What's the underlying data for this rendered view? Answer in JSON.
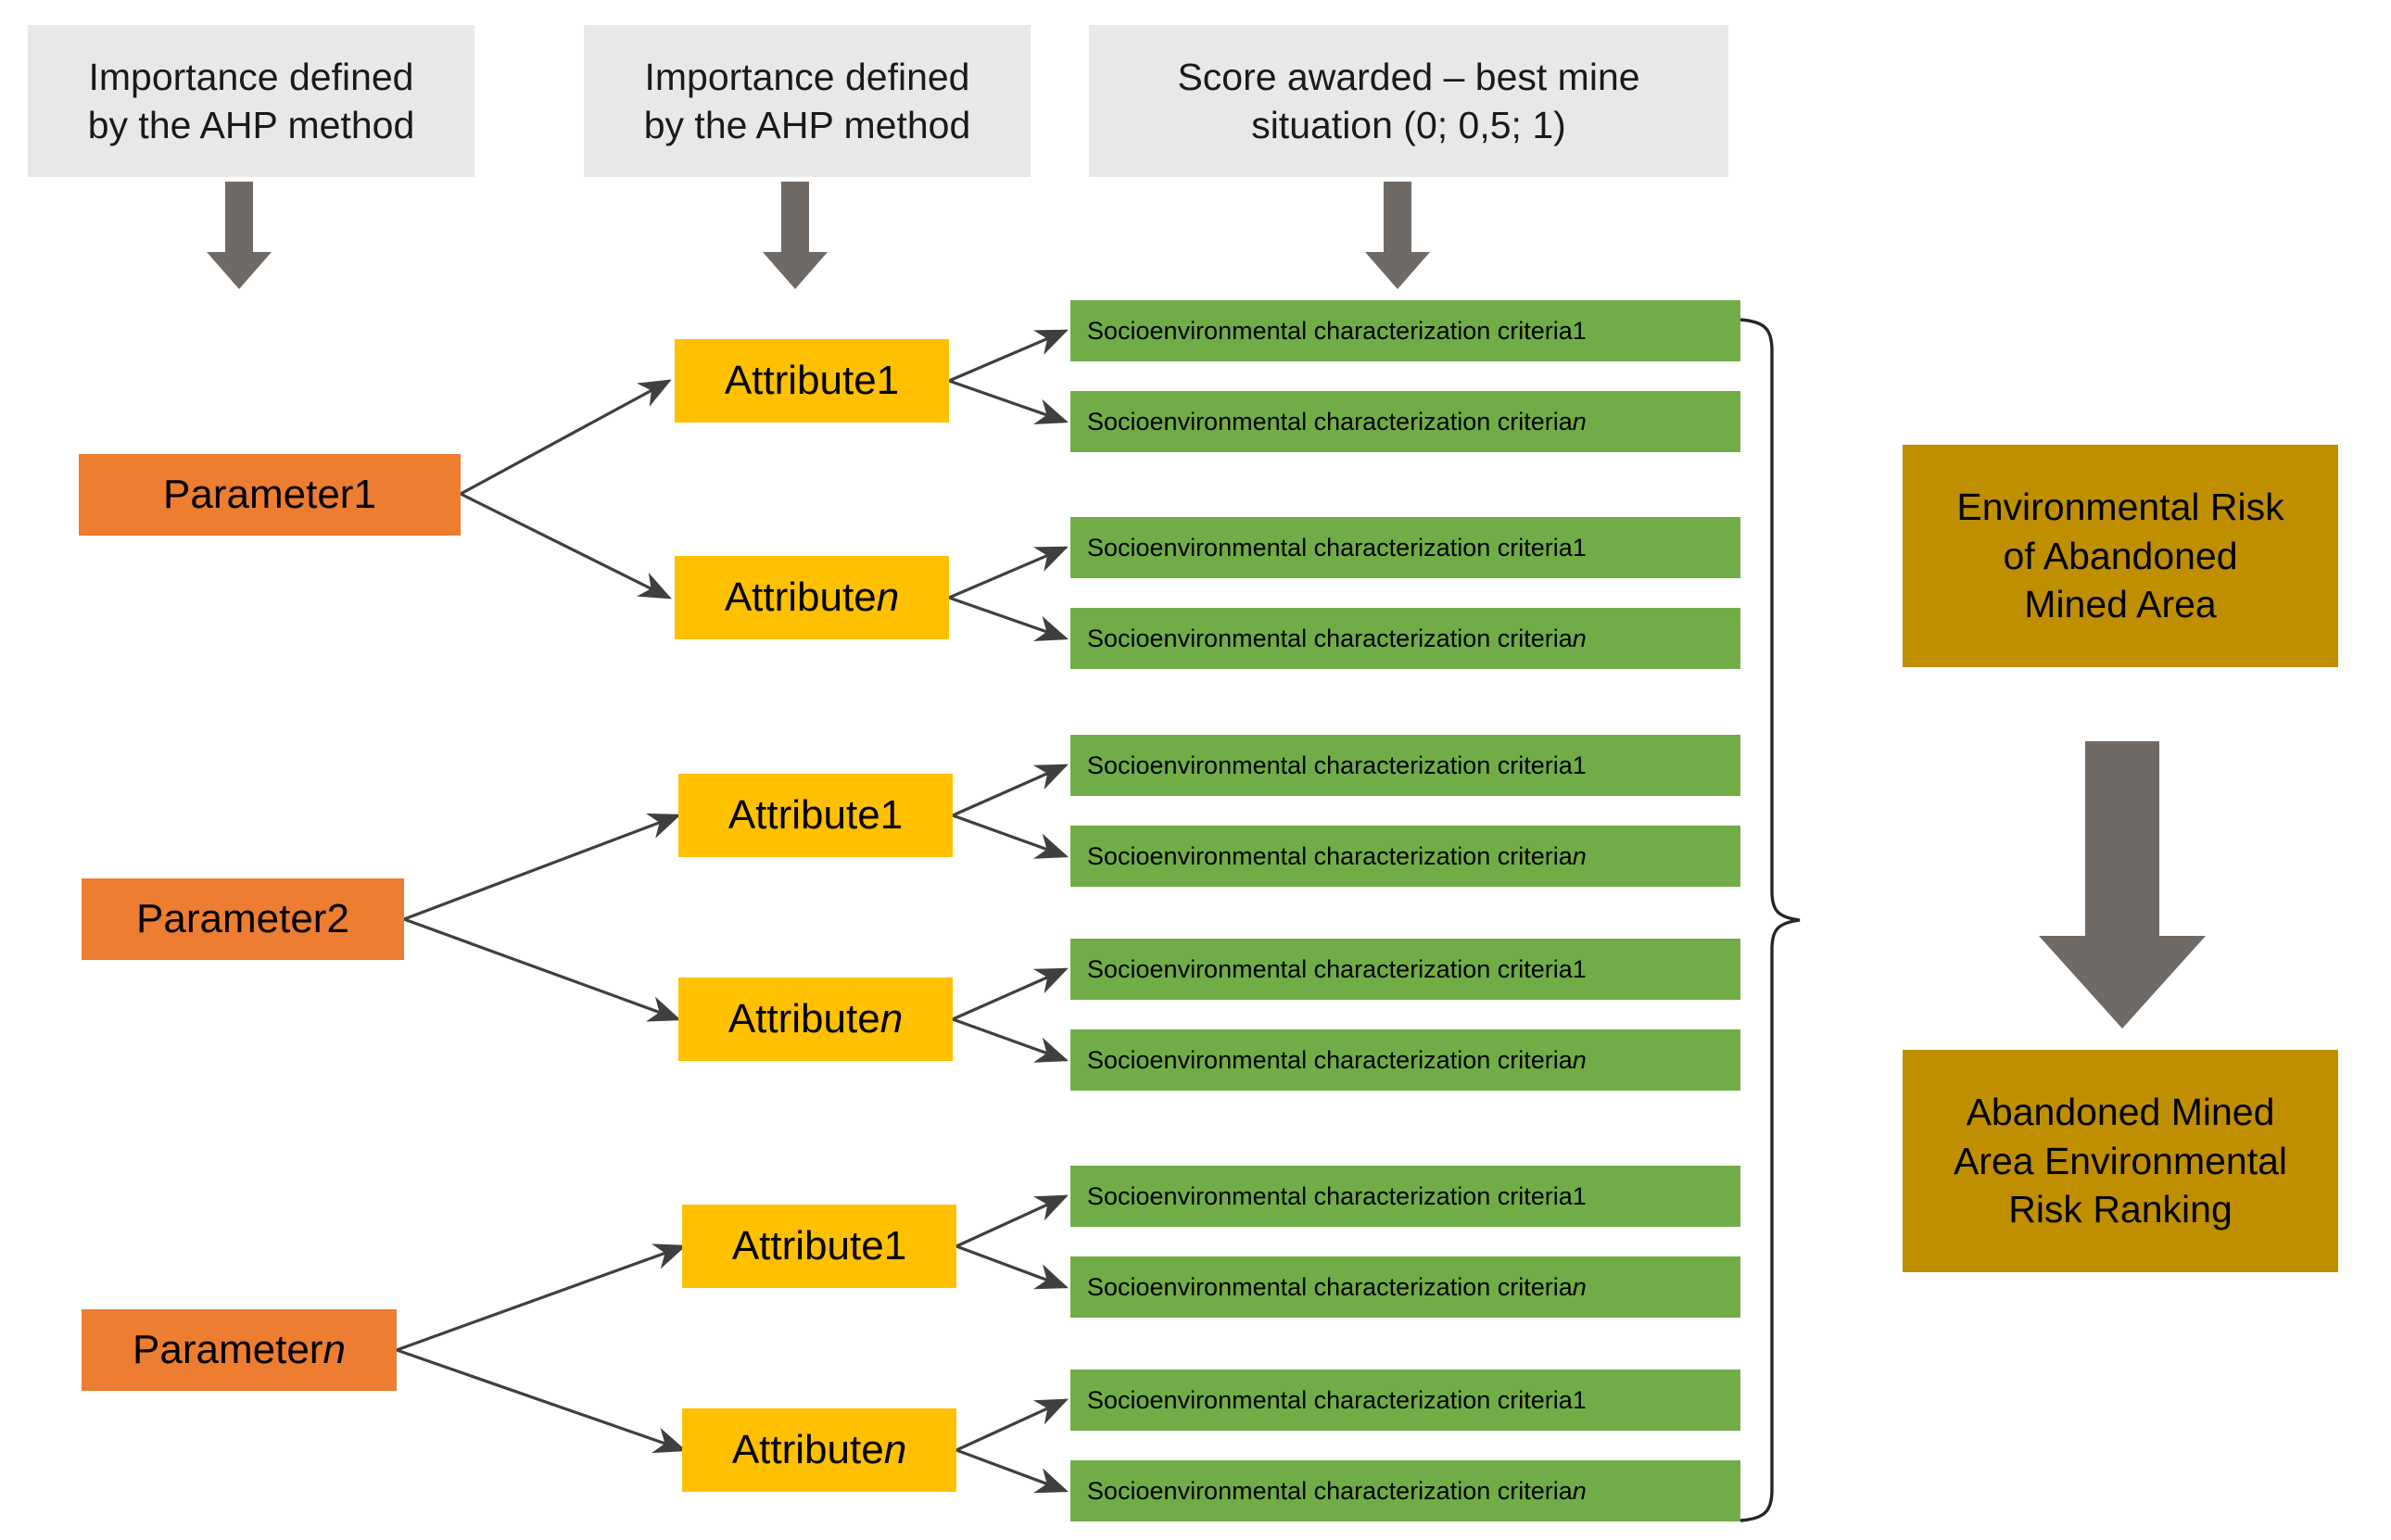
{
  "diagram": {
    "title": "Environmental Risk of Abandoned Mined Area hierarchy",
    "colors": {
      "legend_bg": "#e8e8e8",
      "parameter": "#ed7d31",
      "attribute": "#ffc000",
      "criteria": "#70ad47",
      "result": "#bf8f00",
      "arrow_gray": "#6f6a65",
      "connector": "#3f3f3f",
      "background": "#ffffff"
    }
  },
  "legends": [
    {
      "id": "legend-parameter-importance",
      "line1": "Importance defined",
      "line2": "by the AHP method"
    },
    {
      "id": "legend-attribute-importance",
      "line1": "Importance defined",
      "line2": "by the AHP method"
    },
    {
      "id": "legend-criteria-score",
      "line1": "Score awarded – best mine",
      "line2": "situation (0; 0,5; 1)"
    }
  ],
  "parameters": [
    {
      "label": "Parameter ",
      "suffix": "1",
      "suffix_italic": false
    },
    {
      "label": "Parameter ",
      "suffix": "2",
      "suffix_italic": false
    },
    {
      "label": "Parameter ",
      "suffix": "n",
      "suffix_italic": true
    }
  ],
  "attributes": [
    {
      "label": "Attribute ",
      "suffix": "1",
      "suffix_italic": false
    },
    {
      "label": "Attribute ",
      "suffix": "n",
      "suffix_italic": true
    },
    {
      "label": "Attribute ",
      "suffix": "1",
      "suffix_italic": false
    },
    {
      "label": "Attribute ",
      "suffix": "n",
      "suffix_italic": true
    },
    {
      "label": "Attribute ",
      "suffix": "1",
      "suffix_italic": false
    },
    {
      "label": "Attribute ",
      "suffix": "n",
      "suffix_italic": true
    }
  ],
  "criteria": [
    {
      "label": "Socioenvironmental characterization criteria ",
      "suffix": "1",
      "suffix_italic": false
    },
    {
      "label": "Socioenvironmental characterization criteria ",
      "suffix": "n",
      "suffix_italic": true
    },
    {
      "label": "Socioenvironmental characterization criteria ",
      "suffix": "1",
      "suffix_italic": false
    },
    {
      "label": "Socioenvironmental characterization criteria ",
      "suffix": "n",
      "suffix_italic": true
    },
    {
      "label": "Socioenvironmental characterization criteria ",
      "suffix": "1",
      "suffix_italic": false
    },
    {
      "label": "Socioenvironmental characterization criteria ",
      "suffix": "n",
      "suffix_italic": true
    },
    {
      "label": "Socioenvironmental characterization criteria ",
      "suffix": "1",
      "suffix_italic": false
    },
    {
      "label": "Socioenvironmental characterization criteria ",
      "suffix": "n",
      "suffix_italic": true
    },
    {
      "label": "Socioenvironmental characterization criteria ",
      "suffix": "1",
      "suffix_italic": false
    },
    {
      "label": "Socioenvironmental characterization criteria ",
      "suffix": "n",
      "suffix_italic": true
    },
    {
      "label": "Socioenvironmental characterization criteria ",
      "suffix": "1",
      "suffix_italic": false
    },
    {
      "label": "Socioenvironmental characterization criteria ",
      "suffix": "n",
      "suffix_italic": true
    }
  ],
  "results": [
    {
      "id": "result-environmental-risk",
      "line1": "Environmental Risk",
      "line2": "of Abandoned",
      "line3": "Mined Area"
    },
    {
      "id": "result-risk-ranking",
      "line1": "Abandoned Mined",
      "line2": "Area Environmental",
      "line3": "Risk Ranking"
    }
  ],
  "icons": {
    "legend_down_arrow": "arrow-down-icon",
    "result_down_arrow": "arrow-down-icon",
    "aggregation_brace": "curly-brace-icon",
    "connector": "arrow-right-icon"
  }
}
